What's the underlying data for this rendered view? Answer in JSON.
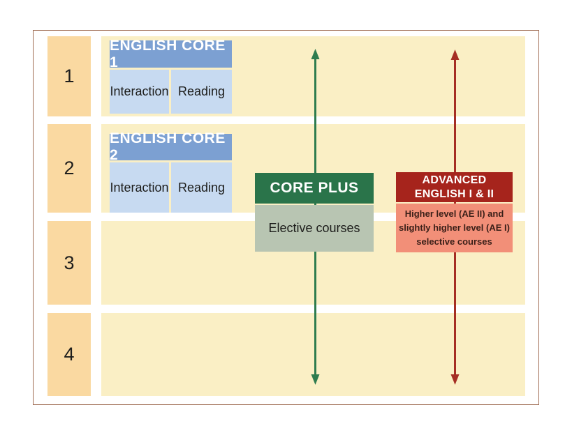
{
  "levels": [
    {
      "label": "1"
    },
    {
      "label": "2"
    },
    {
      "label": "3"
    },
    {
      "label": "4"
    }
  ],
  "english_core_1": {
    "title": "ENGLISH CORE 1",
    "cells": [
      "Interaction",
      "Reading"
    ]
  },
  "english_core_2": {
    "title": "ENGLISH CORE 2",
    "cells": [
      "Interaction",
      "Reading"
    ]
  },
  "core_plus": {
    "title": "CORE PLUS",
    "body": "Elective courses"
  },
  "advanced_english": {
    "title_lines": [
      "ADVANCED",
      "ENGLISH I & II"
    ],
    "body_lines": [
      "Higher level (AE II) and",
      "slightly higher level (AE I)",
      "selective courses"
    ]
  },
  "palette": {
    "band_yellow": "#faefc5",
    "level_orange": "#fad9a1",
    "core_blue_header": "#7ca0d2",
    "core_blue_cell": "#c7daf1",
    "core_plus_green": "#2a744a",
    "core_plus_grey": "#b8c5b2",
    "advanced_red": "#a6241c",
    "advanced_salmon": "#f28f78",
    "arrow_green": "#2e7c4f",
    "arrow_red": "#a52e24",
    "frame_border": "#9f6c52"
  }
}
